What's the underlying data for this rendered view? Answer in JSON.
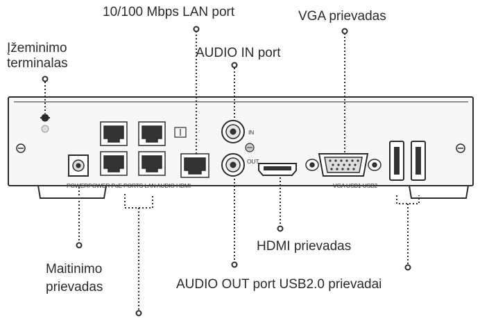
{
  "callouts": {
    "lan_port": "10/100 Mbps LAN port",
    "vga_port": "VGA prievadas",
    "ground_line1": "Įžeminimo",
    "ground_line2": "terminalas",
    "audio_in": "AUDIO IN port",
    "hdmi_port": "HDMI prievadas",
    "power_line1": "Maitinimo",
    "power_line2": "prievadas",
    "audio_out_usb": "AUDIO OUT port USB2.0 prievadai"
  },
  "panel_labels": {
    "left": "POWERPOWER PoE  PORTS LAN AUDIO HDMI",
    "right": "VGA USB1 USB2",
    "in": "IN",
    "out": "OUT"
  },
  "colors": {
    "line": "#2a2a2a",
    "panel_fill": "#f7f7f7",
    "port_dark": "#333333"
  }
}
